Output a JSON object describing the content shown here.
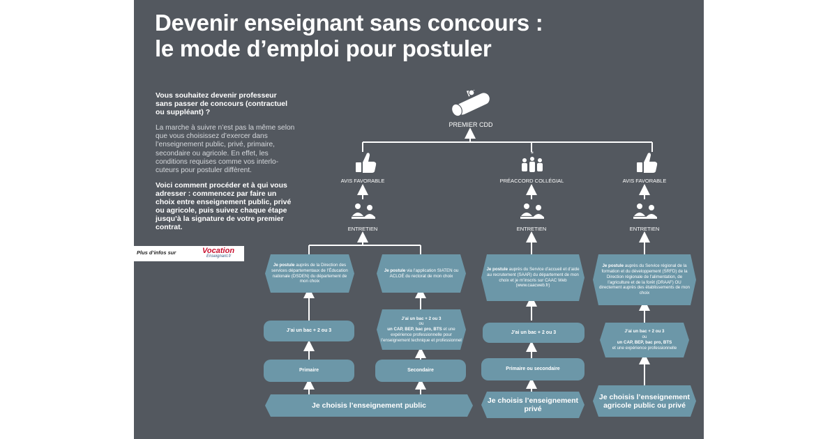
{
  "title": {
    "line1": "Devenir enseignant sans concours :",
    "line2": "le mode d’emploi pour postuler"
  },
  "intro": {
    "question": "Vous souhaitez devenir professeur sans passer de concours (contractuel ou suppléant) ?",
    "paragraph": "La marche à suivre n’est pas la même selon que vous choisissez d’exercer dans l’enseignement public, privé, primaire, secondaire ou agricole. En effet, les conditions requises comme vos interlo-cuteurs pour postuler diffèrent.",
    "how_bold": "Voici comment procéder et à qui vous adresser :",
    "how_rest": " commencez par faire un choix entre enseignement public, privé ou agricole, puis suivez chaque étape jusqu’à la signature de votre premier contrat."
  },
  "more_info": {
    "label": "Plus d’infos sur",
    "logo": "Vocation",
    "logo_sub": "Enseignant.fr"
  },
  "top": {
    "label": "PREMIER CDD",
    "icon": "diploma-icon"
  },
  "outcomes": [
    {
      "label": "AVIS FAVORABLE",
      "icon": "thumbs-up-icon"
    },
    {
      "label": "PRÉACCORD COLLÉGIAL",
      "icon": "group-icon"
    },
    {
      "label": "AVIS FAVORABLE",
      "icon": "thumbs-up-icon"
    }
  ],
  "interviews": [
    {
      "label": "ENTRETIEN",
      "icon": "interview-icon"
    },
    {
      "label": "ENTRETIEN",
      "icon": "interview-icon"
    },
    {
      "label": "ENTRETIEN",
      "icon": "interview-icon"
    }
  ],
  "apply": [
    {
      "bold": "Je postule",
      "text": " auprès de la Direction des services départementaux de l’Éducation nationale (DSDEN) du département de mon choix"
    },
    {
      "bold": "Je postule",
      "text": " via l’application SIATEN ou ACLOÉ du rectorat de mon choix"
    },
    {
      "bold": "Je postule",
      "text": " auprès du Service d’accueil et d’aide au recrutement (SAAR) du département de mon choix et je m’inscris sur CAAC Web (www.caacweb.fr)"
    },
    {
      "bold": "Je postule",
      "text": " auprès du Service régional de la formation et du développement (SRFD) de la Direction régionale de l’alimentation, de l’agriculture et de la forêt (DRAAF) OU directement auprès des établissements de mon choix"
    }
  ],
  "diplomas": {
    "primaire": "J’ai un bac + 2 ou 3",
    "secondaire": {
      "line1": "J’ai un bac + 2 ou 3",
      "ou": "ou",
      "line3_bold": "un CAP, BEP, bac pro, BTS",
      "line3_rest": " et une",
      "line4": "expérience professionnelle pour",
      "line5": "l’enseignement technique et professionnel"
    },
    "prive": "J’ai un bac + 2 ou 3",
    "agricole": {
      "line1": "J’ai un bac + 2 ou 3",
      "ou": "ou",
      "line3": "un CAP, BEP, bac pro, BTS",
      "line4": "et une expérience professionnelle"
    }
  },
  "levels": {
    "primaire": "Primaire",
    "secondaire": "Secondaire",
    "prive": "Primaire ou secondaire"
  },
  "choices": {
    "public": "Je choisis l’enseignement public",
    "prive": "Je choisis l’enseignement privé",
    "agricole": "Je choisis l’enseignement agricole public ou privé"
  },
  "colors": {
    "panel": "#53585f",
    "box": "#6c97a8",
    "text": "#ffffff",
    "logo_red": "#c8102e"
  }
}
